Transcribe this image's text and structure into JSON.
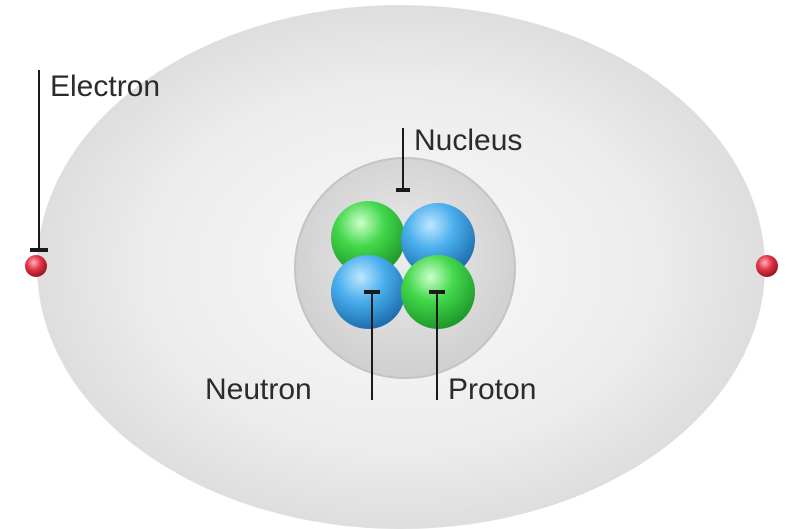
{
  "labels": {
    "electron": "Electron",
    "nucleus": "Nucleus",
    "neutron": "Neutron",
    "proton": "Proton"
  },
  "colors": {
    "orbit_fill": "#e6e6e6",
    "nucleus_fill": "#dcdcdc",
    "neutron": "#3aa0e0",
    "proton": "#3fd34a",
    "electron": "#d8283c",
    "leader_line": "#1a1a1a"
  }
}
